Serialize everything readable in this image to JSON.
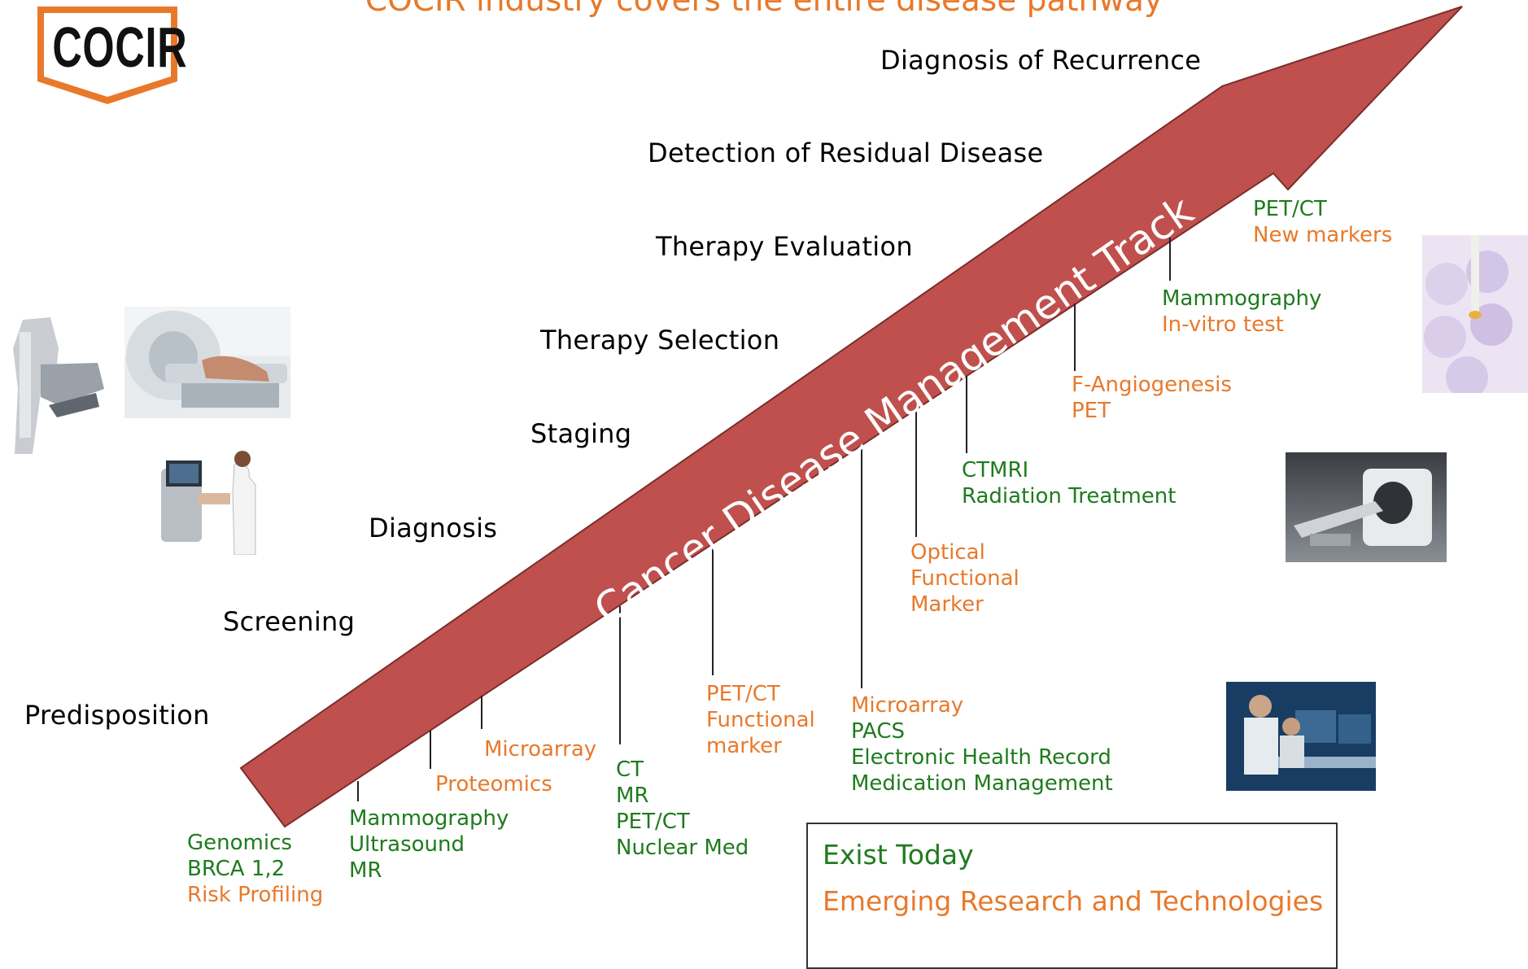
{
  "logo": {
    "text": "COCIR",
    "border_color": "#E8792B"
  },
  "title": "COCIR industry covers the entire disease pathway",
  "arrow": {
    "label": "Cancer Disease Management Track",
    "color": "#C0504D"
  },
  "stages": {
    "predisposition": "Predisposition",
    "screening": "Screening",
    "diagnosis": "Diagnosis",
    "staging": "Staging",
    "therapy_selection": "Therapy Selection",
    "therapy_evaluation": "Therapy Evaluation",
    "residual": "Detection of Residual Disease",
    "recurrence": "Diagnosis of Recurrence"
  },
  "technologies": {
    "genomics": {
      "l1": "Genomics",
      "l2": "BRCA 1,2",
      "l3": "Risk Profiling"
    },
    "mammo": {
      "l1": "Mammography",
      "l2": "Ultrasound",
      "l3": "MR"
    },
    "proteomics": "Proteomics",
    "microarray": "Microarray",
    "ct": {
      "l1": "CT",
      "l2": "MR",
      "l3": "PET/CT",
      "l4": "Nuclear Med"
    },
    "petct_func": {
      "l1": "PET/CT",
      "l2": "Functional",
      "l3": "marker"
    },
    "pacs": {
      "l1": "Microarray",
      "l2": "PACS",
      "l3": "Electronic Health Record",
      "l4": "Medication Management"
    },
    "optical": {
      "l1": "Optical",
      "l2": "Functional",
      "l3": "Marker"
    },
    "ctmri": {
      "l1": "CTMRI",
      "l2": "Radiation Treatment"
    },
    "angio": {
      "l1": "F-Angiogenesis",
      "l2": "PET"
    },
    "invitro": {
      "l1": "Mammography",
      "l2": "In-vitro test"
    },
    "newmarkers": {
      "l1": "PET/CT",
      "l2": "New markers"
    }
  },
  "legend": {
    "exist": "Exist Today",
    "emerging": "Emerging Research and Technologies",
    "exist_color": "#1E7B1E",
    "emerging_color": "#E8792B"
  },
  "images": [
    "mammography-unit-photo",
    "mri-scanner-photo",
    "ultrasound-exam-photo",
    "lab-samples-photo",
    "pet-ct-scanner-photo",
    "radiologists-workstation-photo"
  ]
}
